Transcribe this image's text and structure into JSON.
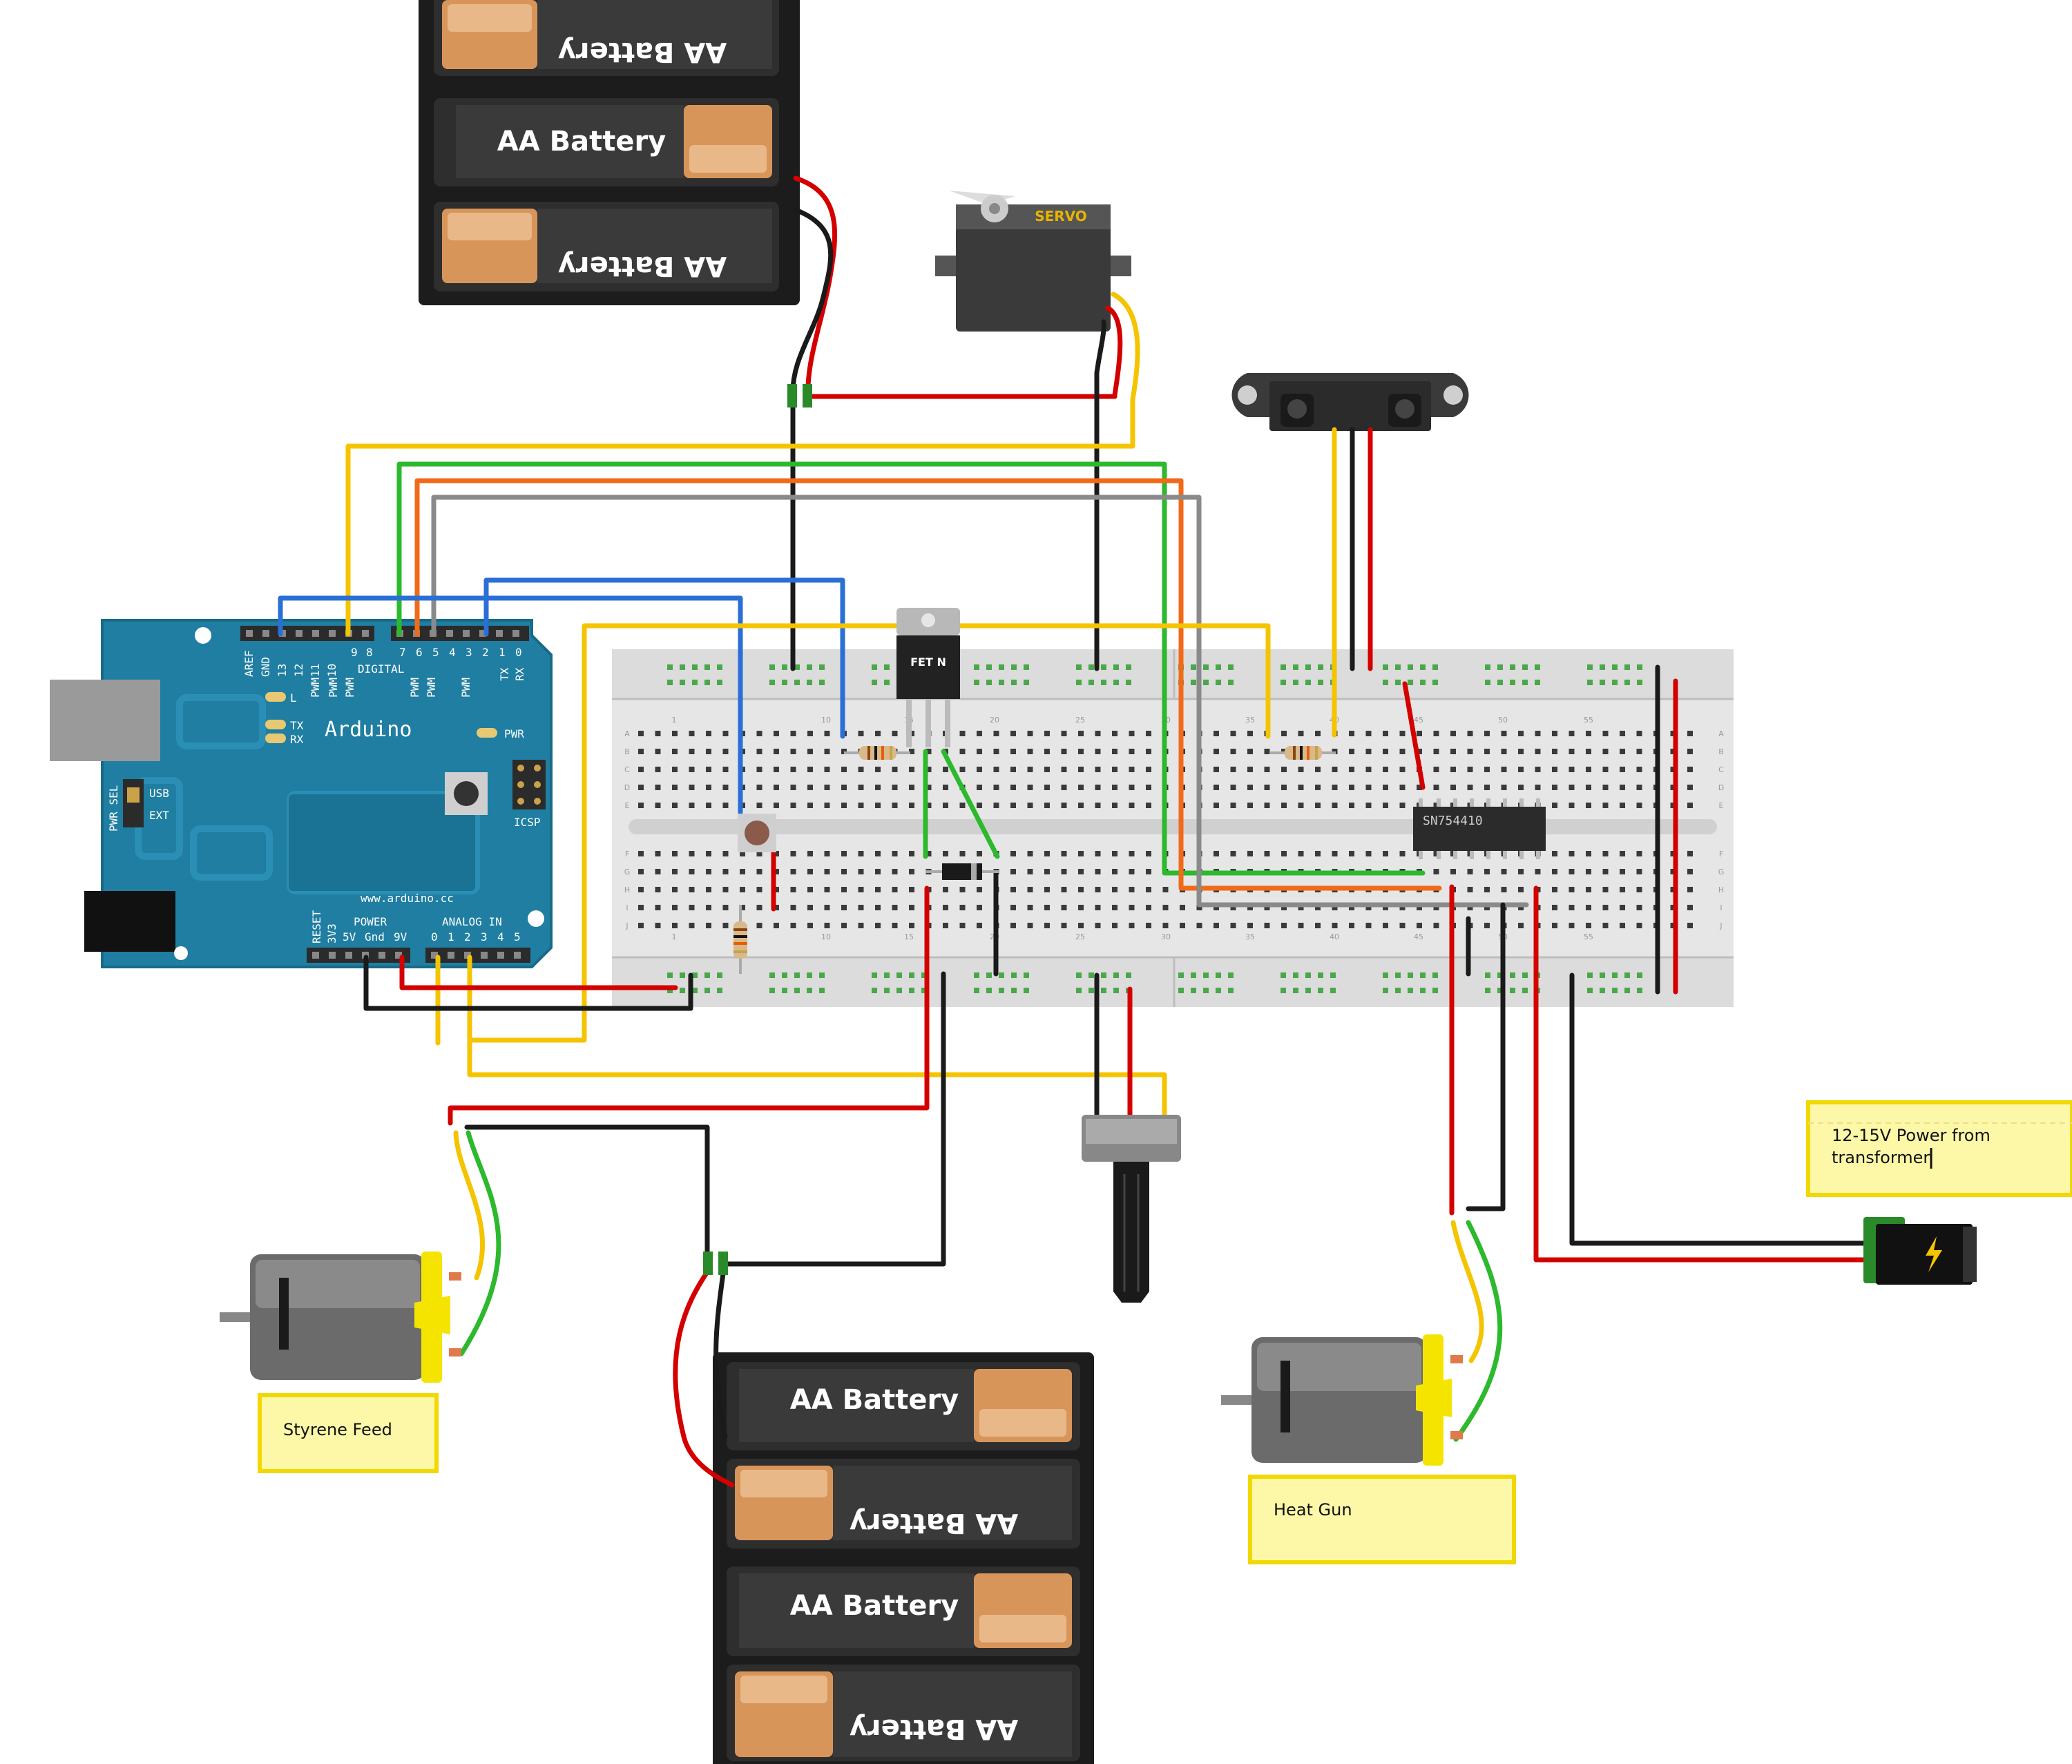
{
  "arduino": {
    "brand": "Arduino",
    "url": "www.arduino.cc",
    "digital_label": "DIGITAL",
    "digital_pins": [
      "AREF",
      "GND",
      "13",
      "12",
      "11",
      "10",
      "9",
      "8",
      "7",
      "6",
      "5",
      "4",
      "3",
      "2",
      "1",
      "0"
    ],
    "pwm_label": "PWM",
    "tx_label": "TX",
    "rx_label": "RX",
    "l_label": "L",
    "pwr_label": "PWR",
    "pwr_sel_label": "PWR SEL",
    "usb_label": "USB",
    "ext_label": "EXT",
    "icsp_label": "ICSP",
    "reset_label": "RESET",
    "power_label": "POWER",
    "power_pins": [
      "3V3",
      "5V",
      "Gnd",
      "9V"
    ],
    "analog_label": "ANALOG IN",
    "analog_pins": [
      "0",
      "1",
      "2",
      "3",
      "4",
      "5"
    ]
  },
  "components": {
    "battery_label": "AA Battery",
    "servo_label": "SERVO",
    "fet_label": "FET N",
    "ic_label": "SN754410"
  },
  "breadboard": {
    "rows": [
      "A",
      "B",
      "C",
      "D",
      "E",
      "F",
      "G",
      "H",
      "I",
      "J"
    ],
    "columns": [
      "1",
      "10",
      "15",
      "20",
      "25",
      "30",
      "35",
      "40",
      "45",
      "50",
      "55"
    ]
  },
  "notes": {
    "styrene": "Styrene Feed",
    "heat_gun": "Heat Gun",
    "power_line1": "12-15V Power from",
    "power_line2": "transformer"
  },
  "colors": {
    "arduino": "#1f7ea1",
    "breadboard": "#e6e6e6",
    "wire_red": "#d40000",
    "wire_black": "#1a1a1a",
    "wire_yellow": "#f5c400",
    "wire_green": "#2db92d",
    "wire_blue": "#2a6fd6",
    "wire_orange": "#f06a1a",
    "wire_gray": "#8a8a8a",
    "note": "#fdf8a8"
  }
}
